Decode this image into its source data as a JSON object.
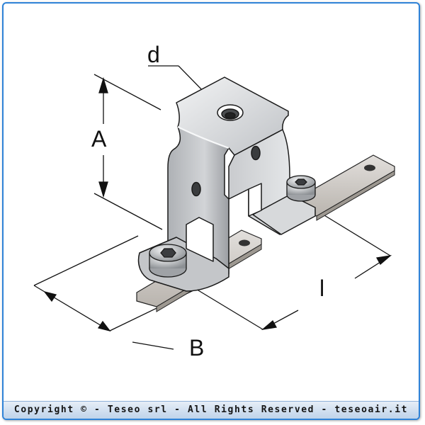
{
  "diagram": {
    "labels": {
      "d": "d",
      "A": "A",
      "B": "B",
      "l": "l"
    },
    "colors": {
      "metal": "#c9cbce",
      "metal_dark": "#8f9296",
      "metal_light": "#eef0f2",
      "strip": "#d6d2ce",
      "bolt": "#b5b8bc",
      "frame": "#2f83d8"
    }
  },
  "footer": {
    "copyright": "Copyright © - Teseo srl - All Rights Reserved - teseoair.it"
  }
}
